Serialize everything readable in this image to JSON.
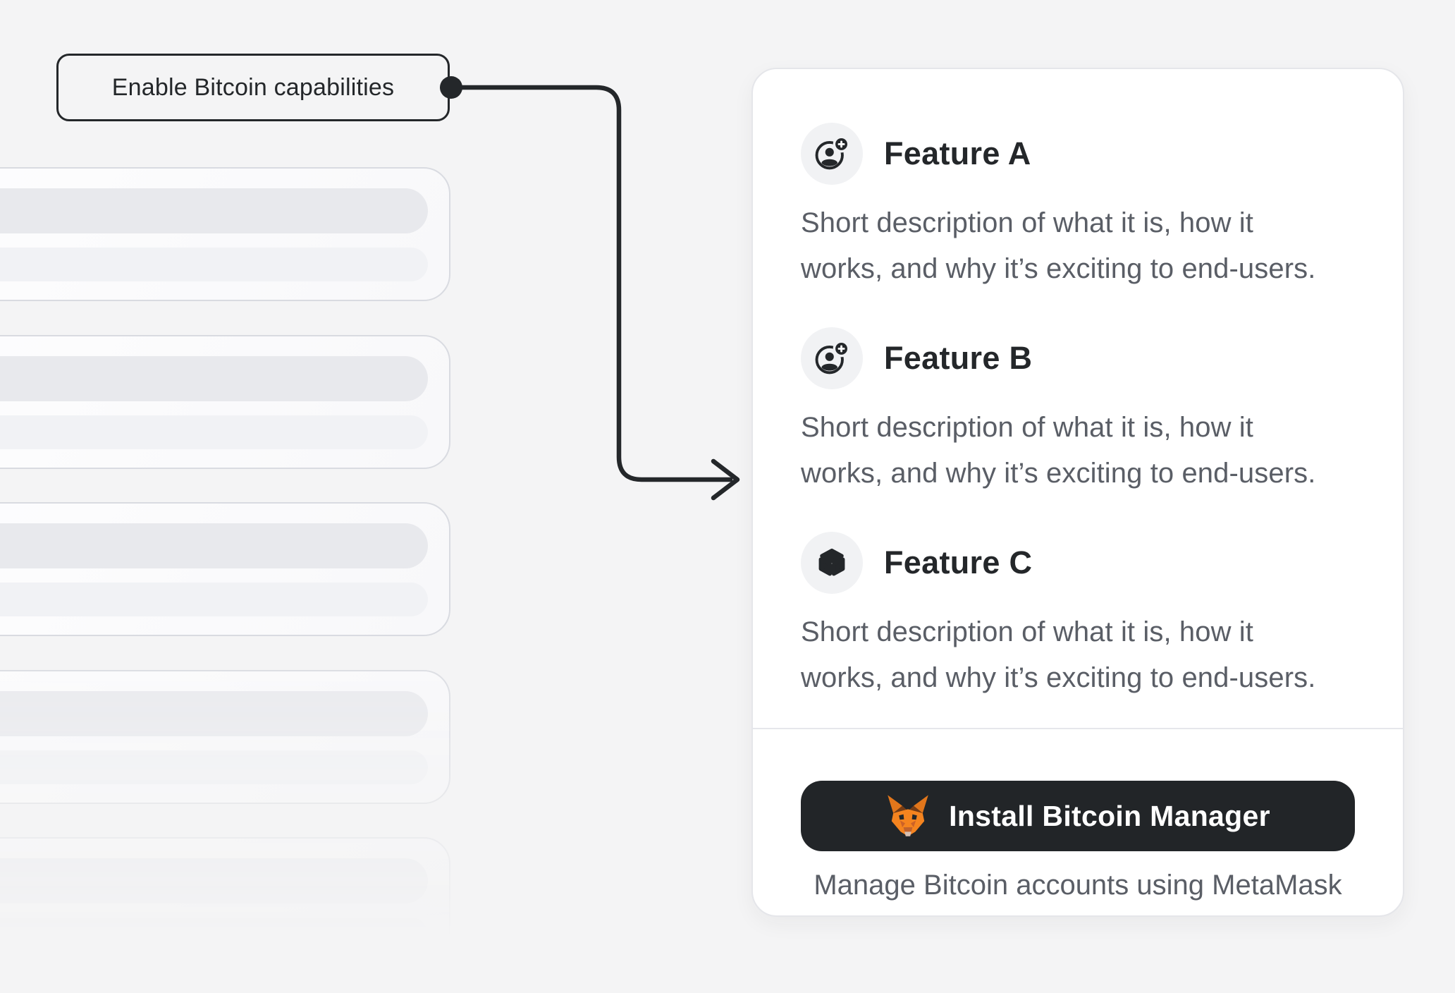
{
  "colors": {
    "background": "#f4f4f5",
    "ink": "#24272a",
    "text_gray": "#5a5e66",
    "card_background": "#ffffff",
    "card_border": "#e5e6ea",
    "skeleton_border": "#d9dbe1",
    "skeleton_bar_dark": "#e8e9ed",
    "skeleton_bar_light": "#f1f2f5",
    "badge_background": "#f1f2f4",
    "button_background": "#222528",
    "button_text": "#ffffff",
    "metamask_orange": "#f5841f"
  },
  "callout": {
    "label": "Enable Bitcoin capabilities"
  },
  "features": [
    {
      "title": "Feature A",
      "description": "Short description of what it is, how it\nworks, and why it’s exciting to end-users.",
      "icon": "user-plus-circle-icon"
    },
    {
      "title": "Feature B",
      "description": "Short description of what it is, how it\nworks, and why it’s exciting to end-users.",
      "icon": "user-plus-circle-icon"
    },
    {
      "title": "Feature C",
      "description": "Short description of what it is, how it\nworks, and why it’s exciting to end-users.",
      "icon": "cube-icon"
    }
  ],
  "install": {
    "button_label": "Install Bitcoin Manager",
    "caption": "Manage Bitcoin accounts using MetaMask",
    "button_icon": "metamask-fox-icon"
  },
  "skeleton": {
    "card_count": 5
  }
}
